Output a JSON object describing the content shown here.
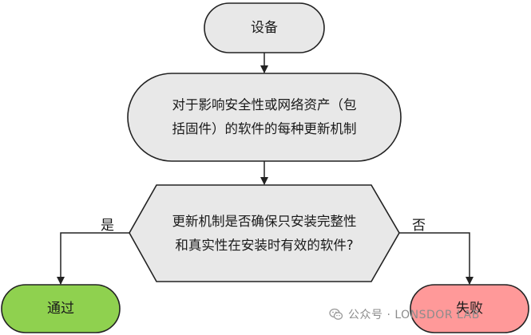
{
  "nodes": {
    "device": "设备",
    "update_mechanism": "对于影响安全性或网络资产（包\n括固件）的软件的每种更新机制",
    "decision": "更新机制是否确保只安装完整性\n和真实性在安装时有效的软件?",
    "pass": "通过",
    "fail": "失败"
  },
  "edges": {
    "yes_label": "是",
    "no_label": "否"
  },
  "watermark": {
    "text": "公众号 · LONSDOR LAB",
    "icon": "wechat-icon"
  },
  "colors": {
    "node_fill": "#e8e8e8",
    "stroke": "#222222",
    "pass_fill": "#8fd14f",
    "fail_fill": "#ff9999"
  }
}
